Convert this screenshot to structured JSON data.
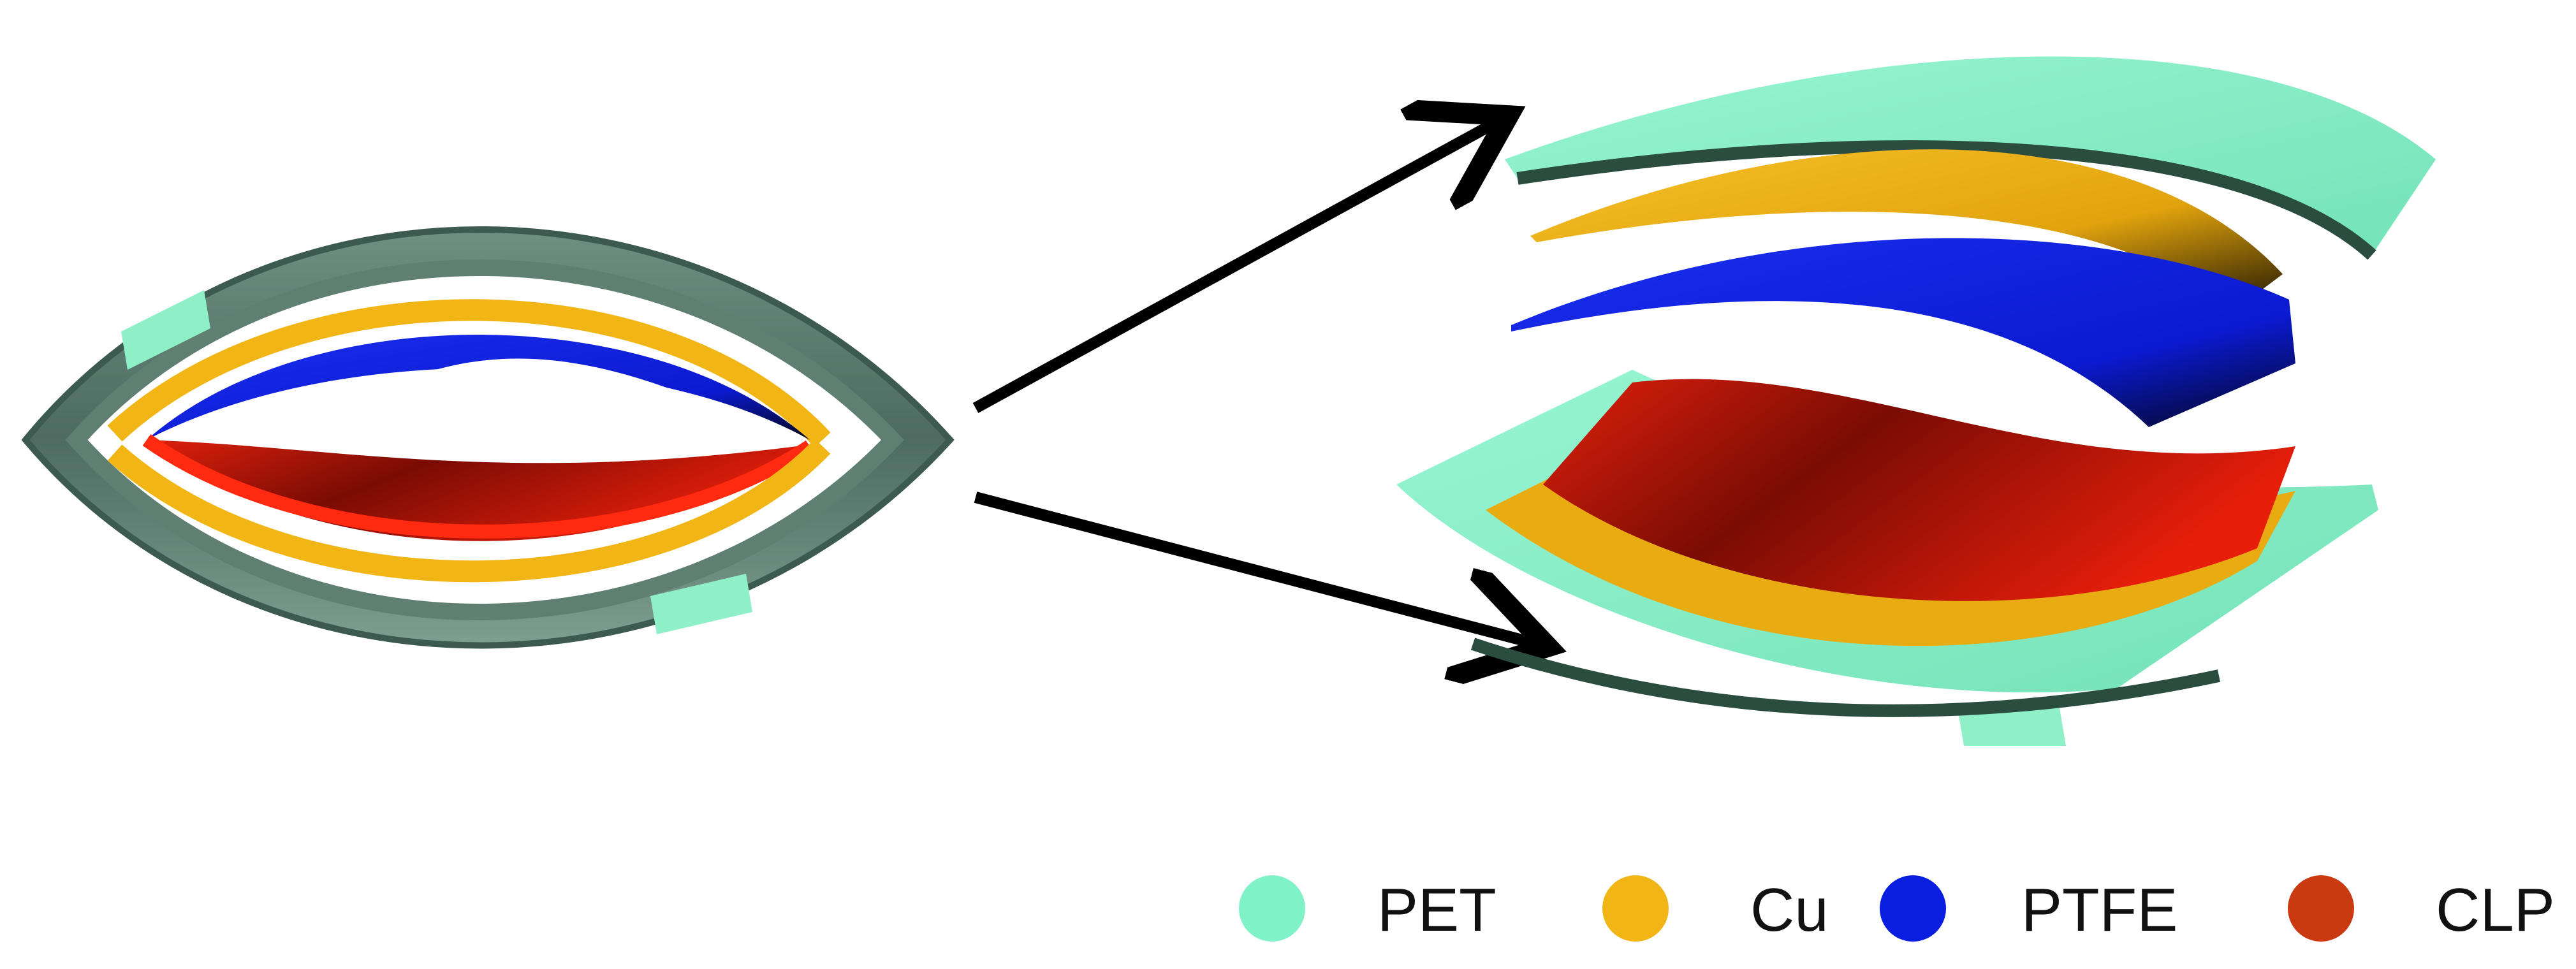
{
  "legend": [
    {
      "label": "PET",
      "color": "#7ff2c8"
    },
    {
      "label": "Cu",
      "color": "#f2b516"
    },
    {
      "label": "PTFE",
      "color": "#0a1ee0"
    },
    {
      "label": "CLP",
      "color": "#c93a10"
    }
  ],
  "colors": {
    "pet_shell": "#5a7a6e",
    "pet_light": "#8ff0c8",
    "cu": "#f2b516",
    "ptfe": "#0a1ee0",
    "clp": "#c81a0c",
    "arrow": "#000000"
  }
}
